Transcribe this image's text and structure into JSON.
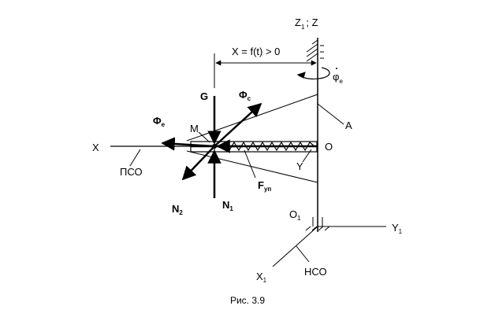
{
  "axes": {
    "x_moving": "X",
    "z_axis": "Z",
    "z_axis_sub": "1",
    "z_axis_sep": "; Z",
    "y_moving": "Y",
    "y_fixed": "Y",
    "y_fixed_sub": "1",
    "x_fixed": "X",
    "x_fixed_sub": "1"
  },
  "points": {
    "origin": "O",
    "origin_fixed": "O",
    "origin_fixed_sub": "1",
    "mass": "M",
    "body": "A"
  },
  "frames": {
    "moving": "ПСО",
    "fixed": "НСО"
  },
  "dimension": {
    "offset": "X = f(t) > 0"
  },
  "angular": {
    "symbol": "φ",
    "sub": "e"
  },
  "forces": {
    "gravity": "G",
    "phi_c": "Φ",
    "phi_c_sub": "c",
    "phi_e": "Φ",
    "phi_e_sub": "e",
    "spring": "F",
    "spring_sub": "уп",
    "normal_1": "N",
    "normal_1_sub": "1",
    "normal_2": "N",
    "normal_2_sub": "2"
  },
  "caption": "Рис. 3.9"
}
